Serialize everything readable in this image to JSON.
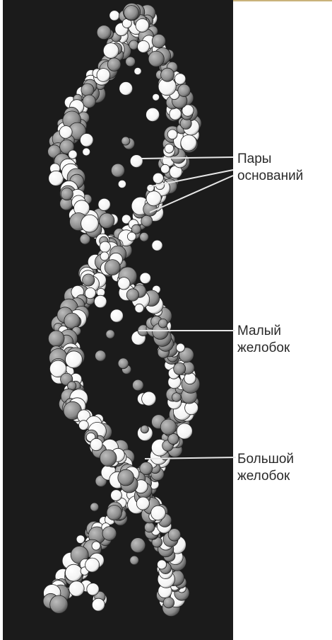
{
  "labels": {
    "base_pairs": {
      "line1": "Пары",
      "line2": "оснований"
    },
    "minor_groove": {
      "line1": "Малый",
      "line2": "желобок"
    },
    "major_groove": {
      "line1": "Большой",
      "line2": "желобок"
    }
  },
  "colors": {
    "background": "#ffffff",
    "photo_background": "#1b1b1b",
    "atom_gray": "#8a8a8a",
    "atom_white": "#f2f2f2",
    "leader_line": "#e6e6e6",
    "text": "#2a2a2a",
    "top_edge": "#c9b27a"
  }
}
